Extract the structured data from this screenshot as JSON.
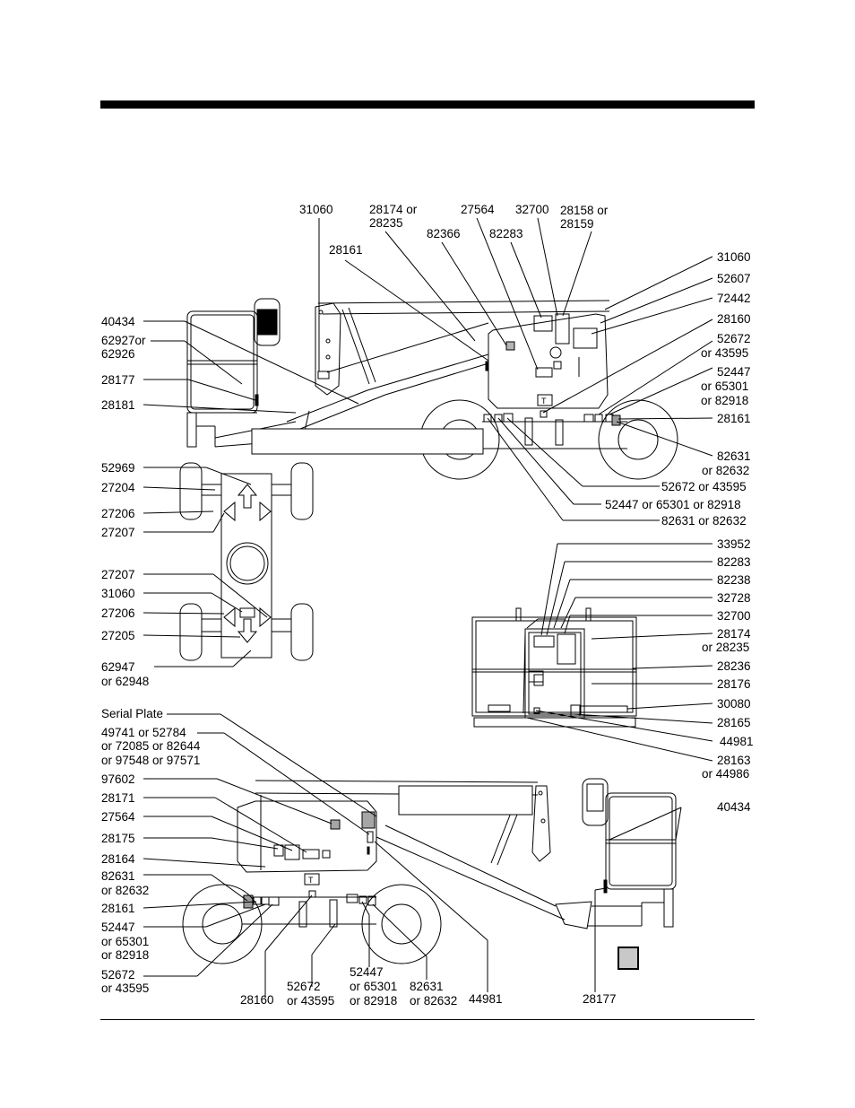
{
  "labels": {
    "t1": "31060",
    "t2a": "28174 or",
    "t2b": "28235",
    "t3": "27564",
    "t4": "32700",
    "t5a": "28158  or",
    "t5b": "28159",
    "t6": "82366",
    "t7": "82283",
    "t8": "28161",
    "r1": "31060",
    "r2": "52607",
    "r3": "72442",
    "r4": "28160",
    "r5a": "52672",
    "r5b": "or 43595",
    "r6a": "52447",
    "r6b": "or 65301",
    "r6c": "or 82918",
    "r7": "28161",
    "r8a": "82631",
    "r8b": "or 82632",
    "r9": "52672 or 43595",
    "r10": "52447 or 65301 or 82918",
    "r11": "82631 or 82632",
    "l1": "40434",
    "l2a": "62927or",
    "l2b": "62926",
    "l3": "28177",
    "l4": "28181",
    "tv1": "52969",
    "tv2": "27204",
    "tv3": "27206",
    "tv4": "27207",
    "tv5": "27207",
    "tv6": "31060",
    "tv7": "27206",
    "tv8": "27205",
    "tv9a": "62947",
    "tv9b": "or 62948",
    "p1": "33952",
    "p2": "82283",
    "p3": "82238",
    "p4": "32728",
    "p5": "32700",
    "p6a": "28174",
    "p6b": "or 28235",
    "p7": "28236",
    "p8": "28176",
    "p9": "30080",
    "p10": "28165",
    "p11": "44981",
    "p12a": "28163",
    "p12b": "or 44986",
    "b1": "Serial Plate",
    "b2a": "49741 or 52784",
    "b2b": "or 72085 or 82644",
    "b2c": "or 97548 or 97571",
    "b3": "97602",
    "b4": "28171",
    "b5": "27564",
    "b6": "28175",
    "b7": "28164",
    "b8a": "82631",
    "b8b": "or 82632",
    "b9": "28161",
    "b10a": "52447",
    "b10b": "or 65301",
    "b10c": "or 82918",
    "b11a": "52672",
    "b11b": "or 43595",
    "br1": "40434",
    "bb1": "28160",
    "bb2a": "52672",
    "bb2b": "or 43595",
    "bb3a": "52447",
    "bb3b": "or 65301",
    "bb3c": "or 82918",
    "bb4a": "82631",
    "bb4b": "or 82632",
    "bb5": "44981",
    "bb6": "28177"
  }
}
